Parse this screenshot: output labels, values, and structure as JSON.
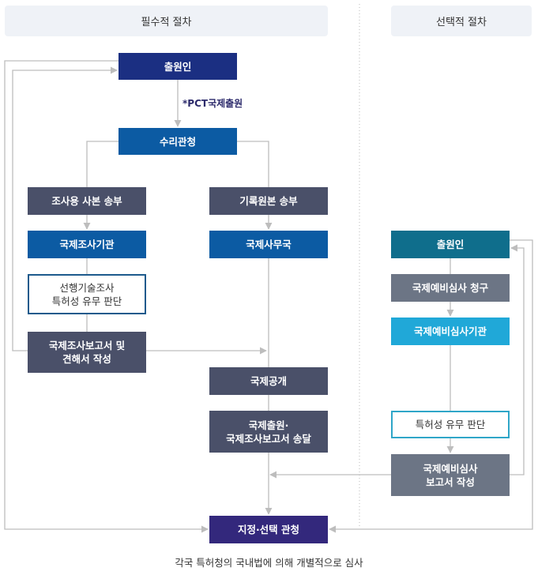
{
  "headers": {
    "required": "필수적 절차",
    "optional": "선택적 절차"
  },
  "pct_label": "*PCT국제출원",
  "nodes": {
    "applicant": "출원인",
    "receiving_office": "수리관청",
    "search_copy": "조사용 사본 송부",
    "record_copy": "기록원본 송부",
    "isa": "국제조사기관",
    "ib": "국제사무국",
    "prior_art": "선행기술조사\n특허성 유무 판단",
    "isr": "국제조사보고서 및\n견해서 작성",
    "publication": "국제공개",
    "transmission": "국제출원·\n국제조사보고서 송달",
    "designated_office": "지정·선택 관청",
    "applicant_2": "출원인",
    "ipe_demand": "국제예비심사 청구",
    "ipea": "국제예비심사기관",
    "patentability": "특허성 유무 판단",
    "iper": "국제예비심사\n보고서 작성"
  },
  "colors": {
    "navy": "#1b2f82",
    "blue": "#0c5ba3",
    "slate": "#4a5069",
    "teal": "#0f6e8c",
    "gray": "#6c7585",
    "cyan": "#20a8d8",
    "purple": "#33287c",
    "outline_blue": "#1d5a8c",
    "outline_cyan": "#2fa6c8",
    "connector": "#bdbdbd"
  },
  "footer": "각국 특허청의 국내법에 의해 개별적으로 심사"
}
